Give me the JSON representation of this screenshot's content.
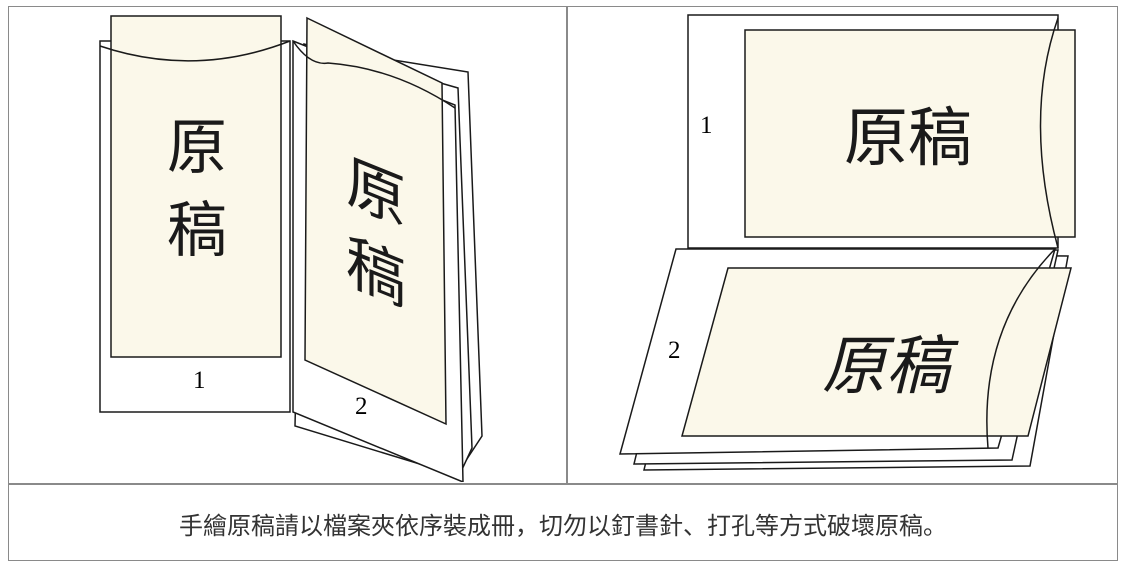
{
  "left": {
    "page1": {
      "title": "原稿",
      "char1": "原",
      "char2": "稿",
      "number": "1"
    },
    "page2": {
      "title": "原稿",
      "char1": "原",
      "char2": "稿",
      "number": "2"
    }
  },
  "right": {
    "page1": {
      "title": "原稿",
      "number": "1"
    },
    "page2": {
      "title": "原稿",
      "number": "2"
    }
  },
  "caption": "手繪原稿請以檔案夾依序裝成冊，切勿以釘書針、打孔等方式破壞原稿。",
  "colors": {
    "sheet": "#fbf8ea",
    "line": "#1a1a1a",
    "border": "#8a8a8a"
  }
}
